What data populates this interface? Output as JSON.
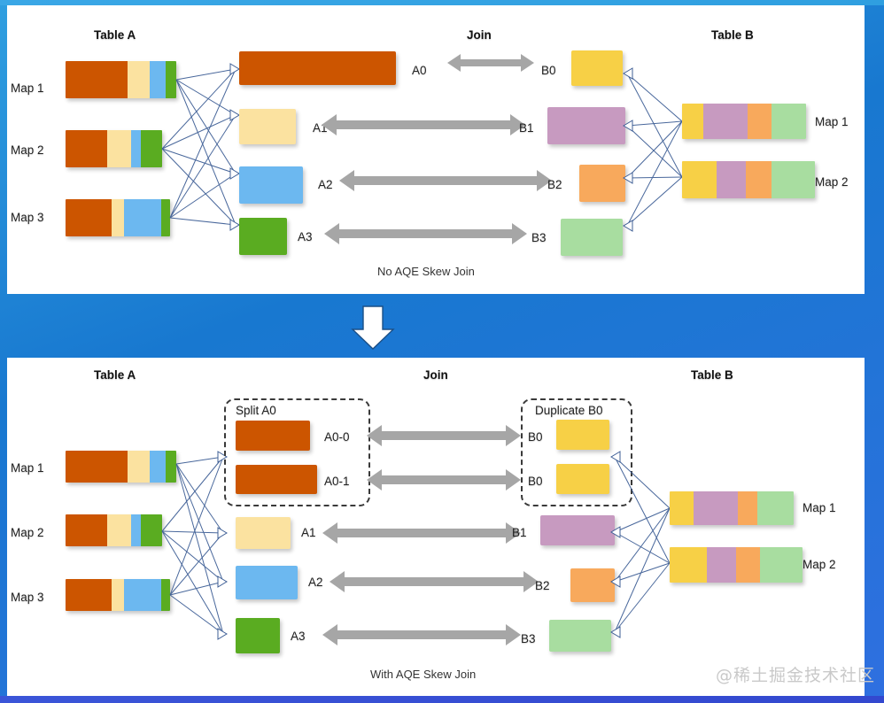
{
  "meta": {
    "watermark": "@稀土掘金技术社区",
    "background_color": "#1878d0",
    "panel_color": "#ffffff"
  },
  "palette": {
    "orange_dark": "#cc5500",
    "cream": "#fbe2a0",
    "blue_light": "#6cb8f0",
    "green": "#5aac21",
    "yellow": "#f7d046",
    "mauve": "#c79ac0",
    "peach": "#f8a95c",
    "mint": "#a8dda0",
    "arrow_gray": "#a6a6a6",
    "link_blue": "#3f5f96"
  },
  "panels": [
    {
      "id": "no-aqe",
      "caption": "No AQE Skew Join",
      "headers": {
        "left": "Table A",
        "middle": "Join",
        "right": "Table B"
      },
      "left_maps": [
        {
          "label": "Map 1",
          "segments": [
            {
              "color": "#cc5500",
              "w": 58
            },
            {
              "color": "#fbe2a0",
              "w": 20
            },
            {
              "color": "#6cb8f0",
              "w": 15
            },
            {
              "color": "#5aac21",
              "w": 10
            }
          ]
        },
        {
          "label": "Map 2",
          "segments": [
            {
              "color": "#cc5500",
              "w": 44
            },
            {
              "color": "#fbe2a0",
              "w": 25
            },
            {
              "color": "#6cb8f0",
              "w": 11
            },
            {
              "color": "#5aac21",
              "w": 22
            }
          ]
        },
        {
          "label": "Map 3",
          "segments": [
            {
              "color": "#cc5500",
              "w": 46
            },
            {
              "color": "#fbe2a0",
              "w": 12
            },
            {
              "color": "#6cb8f0",
              "w": 37
            },
            {
              "color": "#5aac21",
              "w": 9
            }
          ]
        }
      ],
      "a_partitions": [
        {
          "label": "A0",
          "color": "#cc5500",
          "w": 177,
          "h": 38
        },
        {
          "label": "A1",
          "color": "#fbe2a0",
          "w": 64,
          "h": 40
        },
        {
          "label": "A2",
          "color": "#6cb8f0",
          "w": 72,
          "h": 42
        },
        {
          "label": "A3",
          "color": "#5aac21",
          "w": 54,
          "h": 42
        }
      ],
      "b_partitions": [
        {
          "label": "B0",
          "color": "#f7d046",
          "w": 58,
          "h": 40
        },
        {
          "label": "B1",
          "color": "#c79ac0",
          "w": 88,
          "h": 42
        },
        {
          "label": "B2",
          "color": "#f8a95c",
          "w": 52,
          "h": 42
        },
        {
          "label": "B3",
          "color": "#a8dda0",
          "w": 70,
          "h": 42
        }
      ],
      "right_maps": [
        {
          "label": "Map 1",
          "segments": [
            {
              "color": "#f7d046",
              "w": 17
            },
            {
              "color": "#c79ac0",
              "w": 36
            },
            {
              "color": "#f8a95c",
              "w": 19
            },
            {
              "color": "#a8dda0",
              "w": 28
            }
          ]
        },
        {
          "label": "Map 2",
          "segments": [
            {
              "color": "#f7d046",
              "w": 26
            },
            {
              "color": "#c79ac0",
              "w": 22
            },
            {
              "color": "#f8a95c",
              "w": 19
            },
            {
              "color": "#a8dda0",
              "w": 33
            }
          ]
        }
      ]
    },
    {
      "id": "with-aqe",
      "caption": "With AQE Skew Join",
      "headers": {
        "left": "Table A",
        "middle": "Join",
        "right": "Table B"
      },
      "split_group_label": "Split A0",
      "duplicate_group_label": "Duplicate B0",
      "left_maps": [
        {
          "label": "Map 1",
          "segments": [
            {
              "color": "#cc5500",
              "w": 58
            },
            {
              "color": "#fbe2a0",
              "w": 20
            },
            {
              "color": "#6cb8f0",
              "w": 15
            },
            {
              "color": "#5aac21",
              "w": 10
            }
          ]
        },
        {
          "label": "Map 2",
          "segments": [
            {
              "color": "#cc5500",
              "w": 44
            },
            {
              "color": "#fbe2a0",
              "w": 25
            },
            {
              "color": "#6cb8f0",
              "w": 11
            },
            {
              "color": "#5aac21",
              "w": 22
            }
          ]
        },
        {
          "label": "Map 3",
          "segments": [
            {
              "color": "#cc5500",
              "w": 46
            },
            {
              "color": "#fbe2a0",
              "w": 12
            },
            {
              "color": "#6cb8f0",
              "w": 37
            },
            {
              "color": "#5aac21",
              "w": 9
            }
          ]
        }
      ],
      "a_partitions": [
        {
          "label": "A0-0",
          "color": "#cc5500",
          "w": 84,
          "h": 34
        },
        {
          "label": "A0-1",
          "color": "#cc5500",
          "w": 92,
          "h": 33
        },
        {
          "label": "A1",
          "color": "#fbe2a0",
          "w": 62,
          "h": 36
        },
        {
          "label": "A2",
          "color": "#6cb8f0",
          "w": 70,
          "h": 38
        },
        {
          "label": "A3",
          "color": "#5aac21",
          "w": 50,
          "h": 40
        }
      ],
      "b_partitions": [
        {
          "label": "B0",
          "color": "#f7d046",
          "w": 60,
          "h": 34
        },
        {
          "label": "B0",
          "color": "#f7d046",
          "w": 60,
          "h": 34
        },
        {
          "label": "B1",
          "color": "#c79ac0",
          "w": 84,
          "h": 34
        },
        {
          "label": "B2",
          "color": "#f8a95c",
          "w": 50,
          "h": 38
        },
        {
          "label": "B3",
          "color": "#a8dda0",
          "w": 70,
          "h": 36
        }
      ],
      "right_maps": [
        {
          "label": "Map 1",
          "segments": [
            {
              "color": "#f7d046",
              "w": 19
            },
            {
              "color": "#c79ac0",
              "w": 36
            },
            {
              "color": "#f8a95c",
              "w": 16
            },
            {
              "color": "#a8dda0",
              "w": 29
            }
          ]
        },
        {
          "label": "Map 2",
          "segments": [
            {
              "color": "#f7d046",
              "w": 28
            },
            {
              "color": "#c79ac0",
              "w": 22
            },
            {
              "color": "#f8a95c",
              "w": 18
            },
            {
              "color": "#a8dda0",
              "w": 32
            }
          ]
        }
      ]
    }
  ],
  "transition": {
    "icon": "down-arrow-icon"
  }
}
